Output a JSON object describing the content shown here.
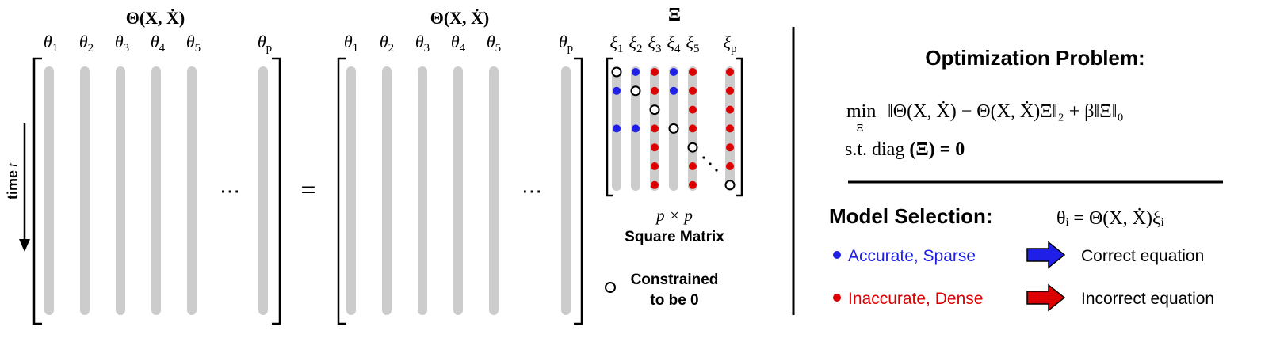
{
  "left_matrix": {
    "title": "Θ(X, Ẋ)",
    "column_labels": [
      {
        "base": "θ",
        "sub": "1"
      },
      {
        "base": "θ",
        "sub": "2"
      },
      {
        "base": "θ",
        "sub": "3"
      },
      {
        "base": "θ",
        "sub": "4"
      },
      {
        "base": "θ",
        "sub": "5"
      },
      {
        "base": "θ",
        "sub": "p"
      }
    ],
    "ellipsis": "⋯",
    "time_label": "time",
    "time_var": "t"
  },
  "equals_sign": "=",
  "right_matrix": {
    "title": "Θ(X, Ẋ)",
    "column_labels": [
      {
        "base": "θ",
        "sub": "1"
      },
      {
        "base": "θ",
        "sub": "2"
      },
      {
        "base": "θ",
        "sub": "3"
      },
      {
        "base": "θ",
        "sub": "4"
      },
      {
        "base": "θ",
        "sub": "5"
      },
      {
        "base": "θ",
        "sub": "p"
      }
    ],
    "ellipsis": "⋯"
  },
  "xi_matrix": {
    "title": "Ξ",
    "column_labels": [
      {
        "base": "ξ",
        "sub": "1"
      },
      {
        "base": "ξ",
        "sub": "2"
      },
      {
        "base": "ξ",
        "sub": "3"
      },
      {
        "base": "ξ",
        "sub": "4"
      },
      {
        "base": "ξ",
        "sub": "5"
      },
      {
        "base": "ξ",
        "sub": "p"
      }
    ],
    "columns": [
      [
        "open",
        "blue",
        "none",
        "blue",
        "none",
        "none",
        "none"
      ],
      [
        "blue",
        "open",
        "none",
        "blue",
        "none",
        "none",
        "none"
      ],
      [
        "red",
        "red",
        "open",
        "red",
        "red",
        "red",
        "red"
      ],
      [
        "blue",
        "blue",
        "none",
        "open",
        "none",
        "none",
        "none"
      ],
      [
        "red",
        "red",
        "red",
        "red",
        "open",
        "red",
        "red"
      ],
      [
        "red",
        "red",
        "red",
        "red",
        "red",
        "red",
        "open"
      ]
    ],
    "size_label": "p × p",
    "size_caption": "Square Matrix",
    "legend_constraint": [
      "Constrained",
      "to be 0"
    ]
  },
  "optimization": {
    "title": "Optimization Problem:",
    "min_word": "min",
    "min_sub": "Ξ",
    "objective": "‖Θ(X, Ẋ) − Θ(X, Ẋ)Ξ‖₂ + β‖Ξ‖₀",
    "constraint_prefix": "s.t.  diag ",
    "constraint_expr": "(Ξ) = 0"
  },
  "model_selection": {
    "title": "Model Selection:",
    "equation": "θᵢ = Θ(X, Ẋ)ξᵢ",
    "items": [
      {
        "label": "Accurate, Sparse",
        "outcome": "Correct equation"
      },
      {
        "label": "Inaccurate, Dense",
        "outcome": "Incorrect equation"
      }
    ]
  },
  "colors": {
    "bar_gray": "#cccccc",
    "blue": "#1f1fe8",
    "red": "#dd0000",
    "text": "#000000"
  }
}
